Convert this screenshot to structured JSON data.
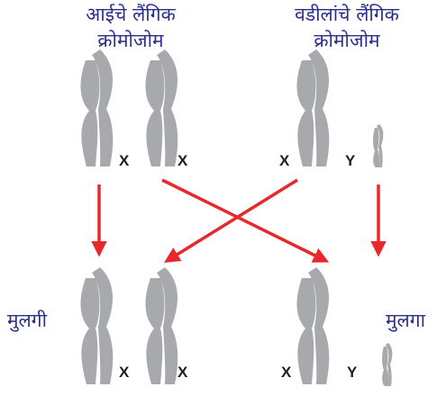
{
  "mother": {
    "heading_line1": "आईचे लैंगिक",
    "heading_line2": "क्रोमोजोम",
    "chromosome_labels": [
      "X",
      "X"
    ]
  },
  "father": {
    "heading_line1": "वडीलांचे लैंगिक",
    "heading_line2": "क्रोमोजोम",
    "chromosome_labels": [
      "X",
      "Y"
    ]
  },
  "daughter": {
    "label": "मुलगी",
    "chromosome_labels": [
      "X",
      "X"
    ]
  },
  "son": {
    "label": "मुलगा",
    "chromosome_labels": [
      "X",
      "Y"
    ]
  },
  "colors": {
    "heading_text": "#2b2f8c",
    "chromosome": "#a7a9ac",
    "arrow": "#e8282a",
    "letter": "#1f1f1f"
  }
}
